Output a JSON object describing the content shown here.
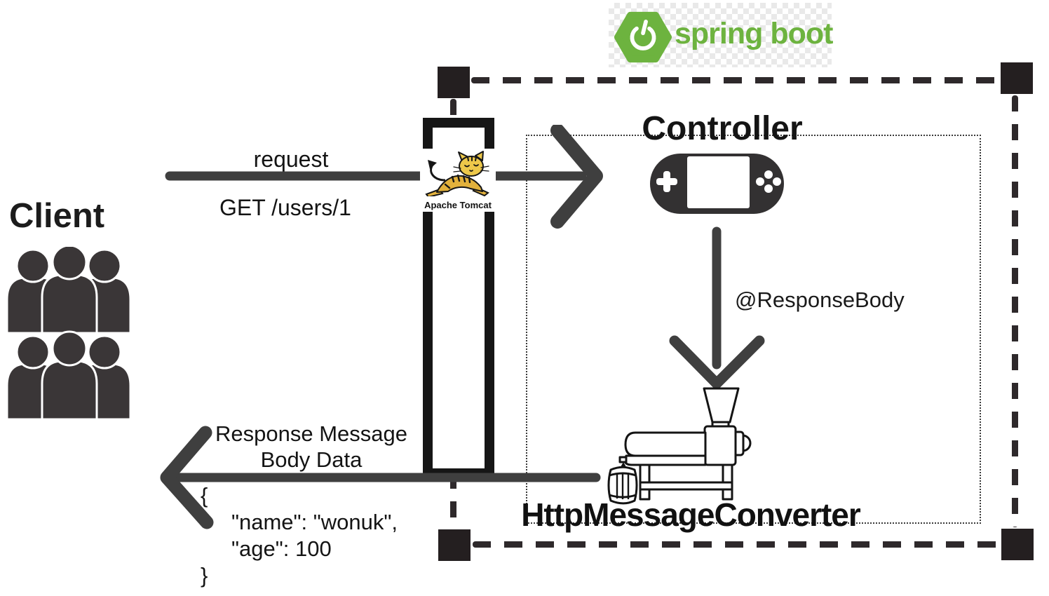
{
  "spring": {
    "label": "spring boot",
    "brand_color": "#6db33f"
  },
  "client": {
    "title": "Client"
  },
  "request": {
    "label": "request",
    "method": "GET /users/1"
  },
  "tomcat": {
    "caption": "Apache Tomcat"
  },
  "controller": {
    "title": "Controller"
  },
  "response_body": {
    "annotation": "@ResponseBody"
  },
  "converter": {
    "title": "HttpMessageConverter"
  },
  "response": {
    "label_line1": "Response Message",
    "label_line2": "Body Data",
    "json": [
      "{",
      "\"name\": \"wonuk\",",
      "\"age\": 100",
      "}"
    ]
  },
  "colors": {
    "arrow": "#3f3f3f",
    "ink": "#161616",
    "corner_square": "#241f20",
    "people": "#3a3637",
    "tomcat_gold": "#e2b13c"
  }
}
